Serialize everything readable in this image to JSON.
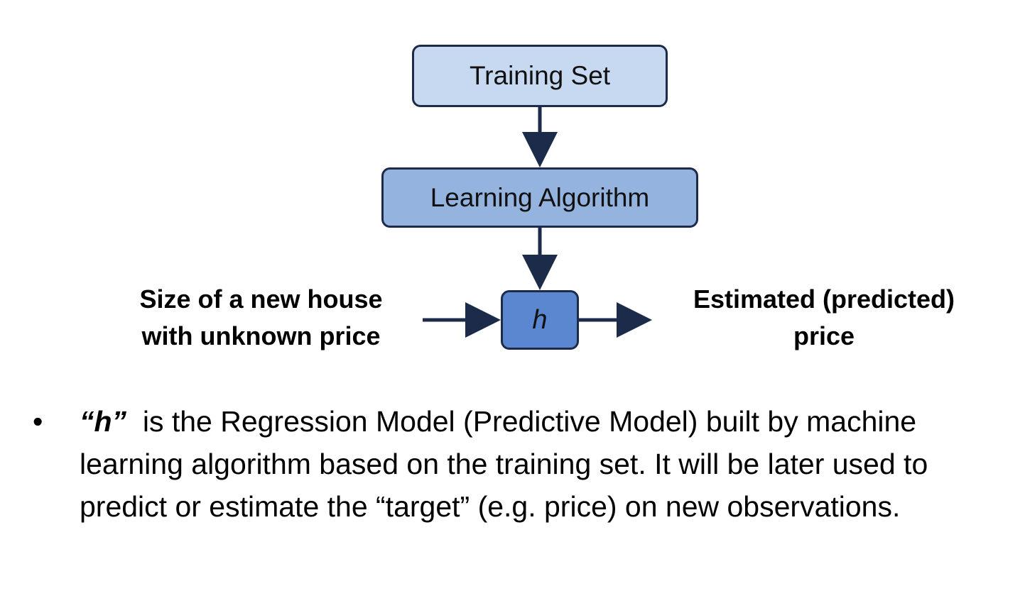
{
  "diagram": {
    "nodes": {
      "training_set": "Training Set",
      "learning_algorithm": "Learning Algorithm",
      "hypothesis": "h"
    },
    "input_label": {
      "line1": "Size of a new house",
      "line2": "with unknown price"
    },
    "output_label": {
      "line1": "Estimated (predicted)",
      "line2": "price"
    },
    "colors": {
      "training_set_fill": "#c6d9f1",
      "learning_algorithm_fill": "#95b3df",
      "hypothesis_fill": "#5a87cf",
      "border_and_arrows": "#1c2b4a"
    }
  },
  "bullet": {
    "marker": "•",
    "term": "“h”",
    "text": "  is the Regression Model (Predictive Model) built by machine learning algorithm based on the training set. It will be later used to predict or estimate the “target” (e.g. price) on new observations."
  }
}
